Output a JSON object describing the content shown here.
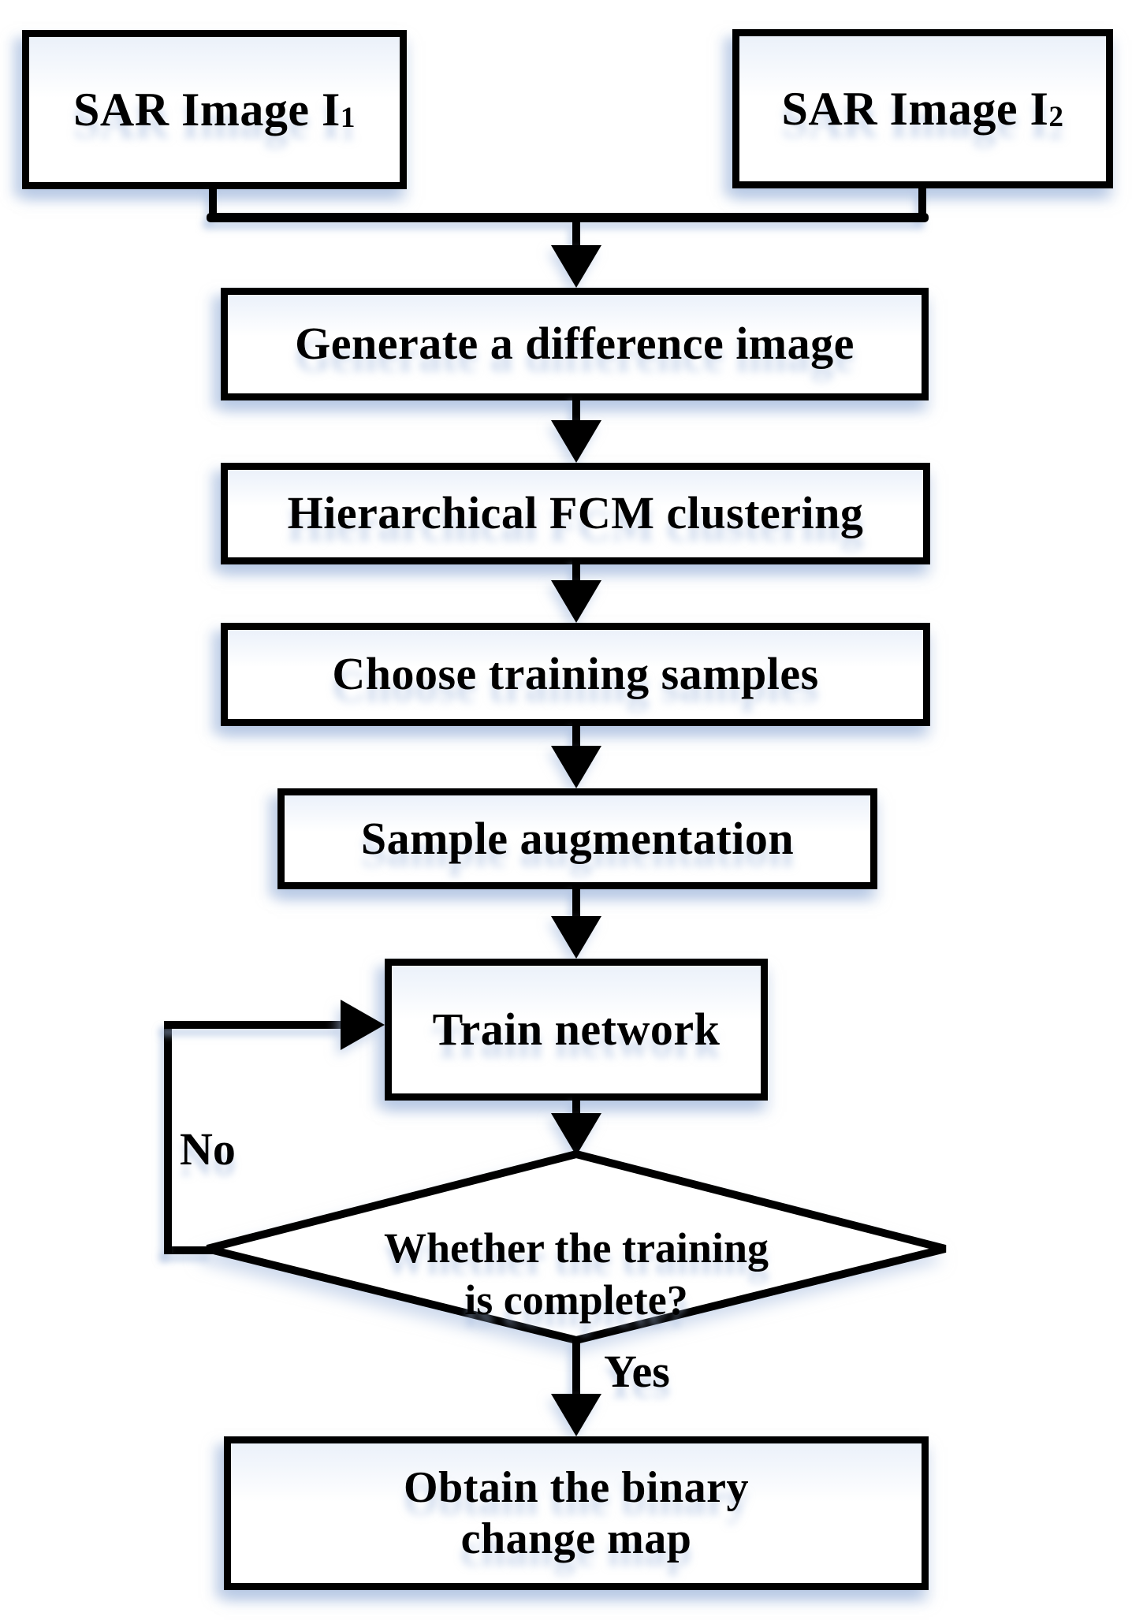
{
  "nodes": {
    "sar1": {
      "text": "SAR Image I",
      "sub": "1"
    },
    "sar2": {
      "text": "SAR Image I",
      "sub": "2"
    },
    "generate": {
      "text": "Generate a difference image"
    },
    "fcm": {
      "text": "Hierarchical FCM clustering"
    },
    "choose": {
      "text": "Choose training samples"
    },
    "sample": {
      "text": "Sample augmentation"
    },
    "train": {
      "text": "Train network"
    },
    "decision": {
      "line1": "Whether the training",
      "line2": "is complete?"
    },
    "obtain": {
      "line1": "Obtain the binary",
      "line2": "change map"
    }
  },
  "edges": {
    "no_label": "No",
    "yes_label": "Yes"
  },
  "colors": {
    "line": "#000000",
    "box_fill": "#ffffff",
    "shadow": "#a6bcde"
  }
}
